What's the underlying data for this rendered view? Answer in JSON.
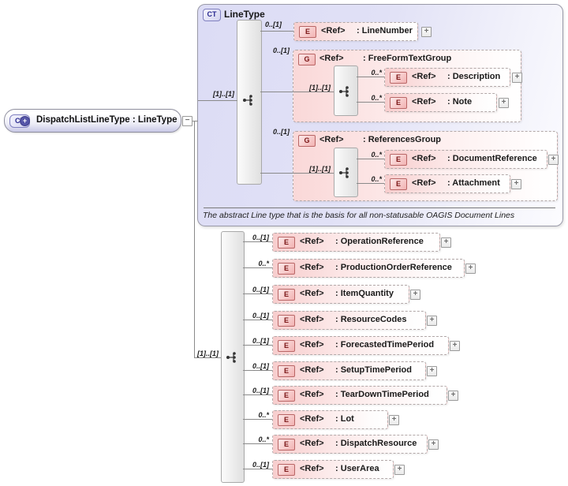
{
  "icons": {
    "expand": "+",
    "collapse": "−",
    "plus_overlay": "+"
  },
  "root": {
    "badge": "CT",
    "label": "DispatchListLineType : LineType"
  },
  "linetype": {
    "badge": "CT",
    "title": "LineType",
    "seq_card": "[1]..[1]",
    "caption": "The abstract Line type that is the basis for all non-statusable OAGIS Document Lines",
    "line_number": {
      "card": "0..[1]",
      "badge": "E",
      "ref": "<Ref>",
      "name": ": LineNumber"
    },
    "groups": [
      {
        "card": "0..[1]",
        "badge": "G",
        "ref": "<Ref>",
        "name": ": FreeFormTextGroup",
        "seq_card": "[1]..[1]",
        "children": [
          {
            "card": "0..*",
            "badge": "E",
            "ref": "<Ref>",
            "name": ": Description"
          },
          {
            "card": "0..*",
            "badge": "E",
            "ref": "<Ref>",
            "name": ": Note"
          }
        ]
      },
      {
        "card": "0..[1]",
        "badge": "G",
        "ref": "<Ref>",
        "name": ": ReferencesGroup",
        "seq_card": "[1]..[1]",
        "children": [
          {
            "card": "0..*",
            "badge": "E",
            "ref": "<Ref>",
            "name": ": DocumentReference"
          },
          {
            "card": "0..*",
            "badge": "E",
            "ref": "<Ref>",
            "name": ": Attachment"
          }
        ]
      }
    ]
  },
  "sequence": {
    "card": "[1]..[1]",
    "rows": [
      {
        "card": "0..[1]",
        "badge": "E",
        "ref": "<Ref>",
        "name": ": OperationReference"
      },
      {
        "card": "0..*",
        "badge": "E",
        "ref": "<Ref>",
        "name": ": ProductionOrderReference"
      },
      {
        "card": "0..[1]",
        "badge": "E",
        "ref": "<Ref>",
        "name": ": ItemQuantity"
      },
      {
        "card": "0..[1]",
        "badge": "E",
        "ref": "<Ref>",
        "name": ": ResourceCodes"
      },
      {
        "card": "0..[1]",
        "badge": "E",
        "ref": "<Ref>",
        "name": ": ForecastedTimePeriod"
      },
      {
        "card": "0..[1]",
        "badge": "E",
        "ref": "<Ref>",
        "name": ": SetupTimePeriod"
      },
      {
        "card": "0..[1]",
        "badge": "E",
        "ref": "<Ref>",
        "name": ": TearDownTimePeriod"
      },
      {
        "card": "0..*",
        "badge": "E",
        "ref": "<Ref>",
        "name": ": Lot"
      },
      {
        "card": "0..*",
        "badge": "E",
        "ref": "<Ref>",
        "name": ": DispatchResource"
      },
      {
        "card": "0..[1]",
        "badge": "E",
        "ref": "<Ref>",
        "name": ": UserArea"
      }
    ]
  },
  "colors": {
    "lavender_box": "#e0e0f6",
    "pink_element": "#f7cdcd",
    "badge_red_border": "#b96666",
    "badge_blue_text": "#2a2a90",
    "connector": "#8a8a8a"
  }
}
